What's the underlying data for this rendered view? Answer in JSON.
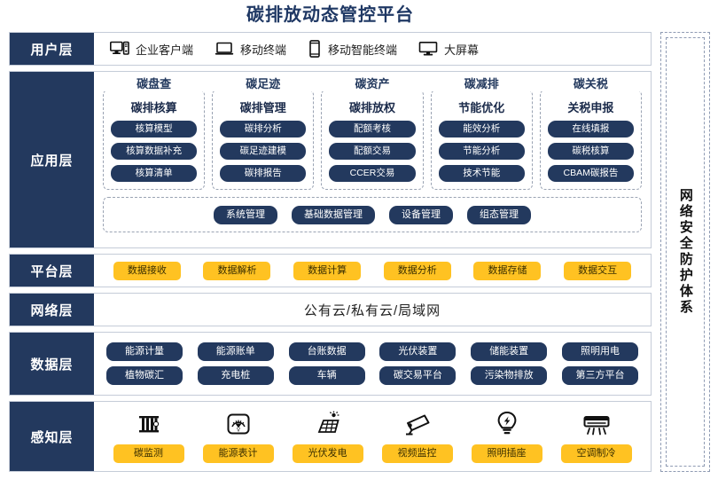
{
  "title": "碳排放动态管控平台",
  "security_panel": {
    "label": "网络安全防护体系"
  },
  "layers": {
    "user": {
      "label": "用户层",
      "items": [
        {
          "icon": "desktop-tower-icon",
          "label": "企业客户端"
        },
        {
          "icon": "laptop-icon",
          "label": "移动终端"
        },
        {
          "icon": "smartphone-icon",
          "label": "移动智能终端"
        },
        {
          "icon": "monitor-icon",
          "label": "大屏幕"
        }
      ]
    },
    "application": {
      "label": "应用层",
      "groups": [
        {
          "title": "碳盘查",
          "subtitle": "碳排核算",
          "items": [
            "核算模型",
            "核算数据补充",
            "核算清单"
          ]
        },
        {
          "title": "碳足迹",
          "subtitle": "碳排管理",
          "items": [
            "碳排分析",
            "碳足迹建模",
            "碳排报告"
          ]
        },
        {
          "title": "碳资产",
          "subtitle": "碳排放权",
          "items": [
            "配额考核",
            "配额交易",
            "CCER交易"
          ]
        },
        {
          "title": "碳减排",
          "subtitle": "节能优化",
          "items": [
            "能效分析",
            "节能分析",
            "技术节能"
          ]
        },
        {
          "title": "碳关税",
          "subtitle": "关税申报",
          "items": [
            "在线填报",
            "碳税核算",
            "CBAM碳报告"
          ]
        }
      ],
      "management": [
        "系统管理",
        "基础数据管理",
        "设备管理",
        "组态管理"
      ]
    },
    "platform": {
      "label": "平台层",
      "items": [
        "数据接收",
        "数据解析",
        "数据计算",
        "数据分析",
        "数据存储",
        "数据交互"
      ]
    },
    "network": {
      "label": "网络层",
      "text": "公有云/私有云/局域网"
    },
    "data": {
      "label": "数据层",
      "row1": [
        "能源计量",
        "能源账单",
        "台账数据",
        "光伏装置",
        "储能装置",
        "照明用电"
      ],
      "row2": [
        "植物碳汇",
        "充电桩",
        "车辆",
        "碳交易平台",
        "污染物排放",
        "第三方平台"
      ]
    },
    "perception": {
      "label": "感知层",
      "items": [
        {
          "icon": "carbon-sensor-icon",
          "label": "碳监测"
        },
        {
          "icon": "meter-gauge-icon",
          "label": "能源表计"
        },
        {
          "icon": "solar-panel-icon",
          "label": "光伏发电"
        },
        {
          "icon": "cctv-camera-icon",
          "label": "视频监控"
        },
        {
          "icon": "lightbulb-icon",
          "label": "照明插座"
        },
        {
          "icon": "air-conditioner-icon",
          "label": "空调制冷"
        }
      ]
    }
  },
  "colors": {
    "navy": "#23395e",
    "yellow": "#ffc222",
    "border": "#c5ccd8",
    "dashed": "#9aa3b3"
  }
}
